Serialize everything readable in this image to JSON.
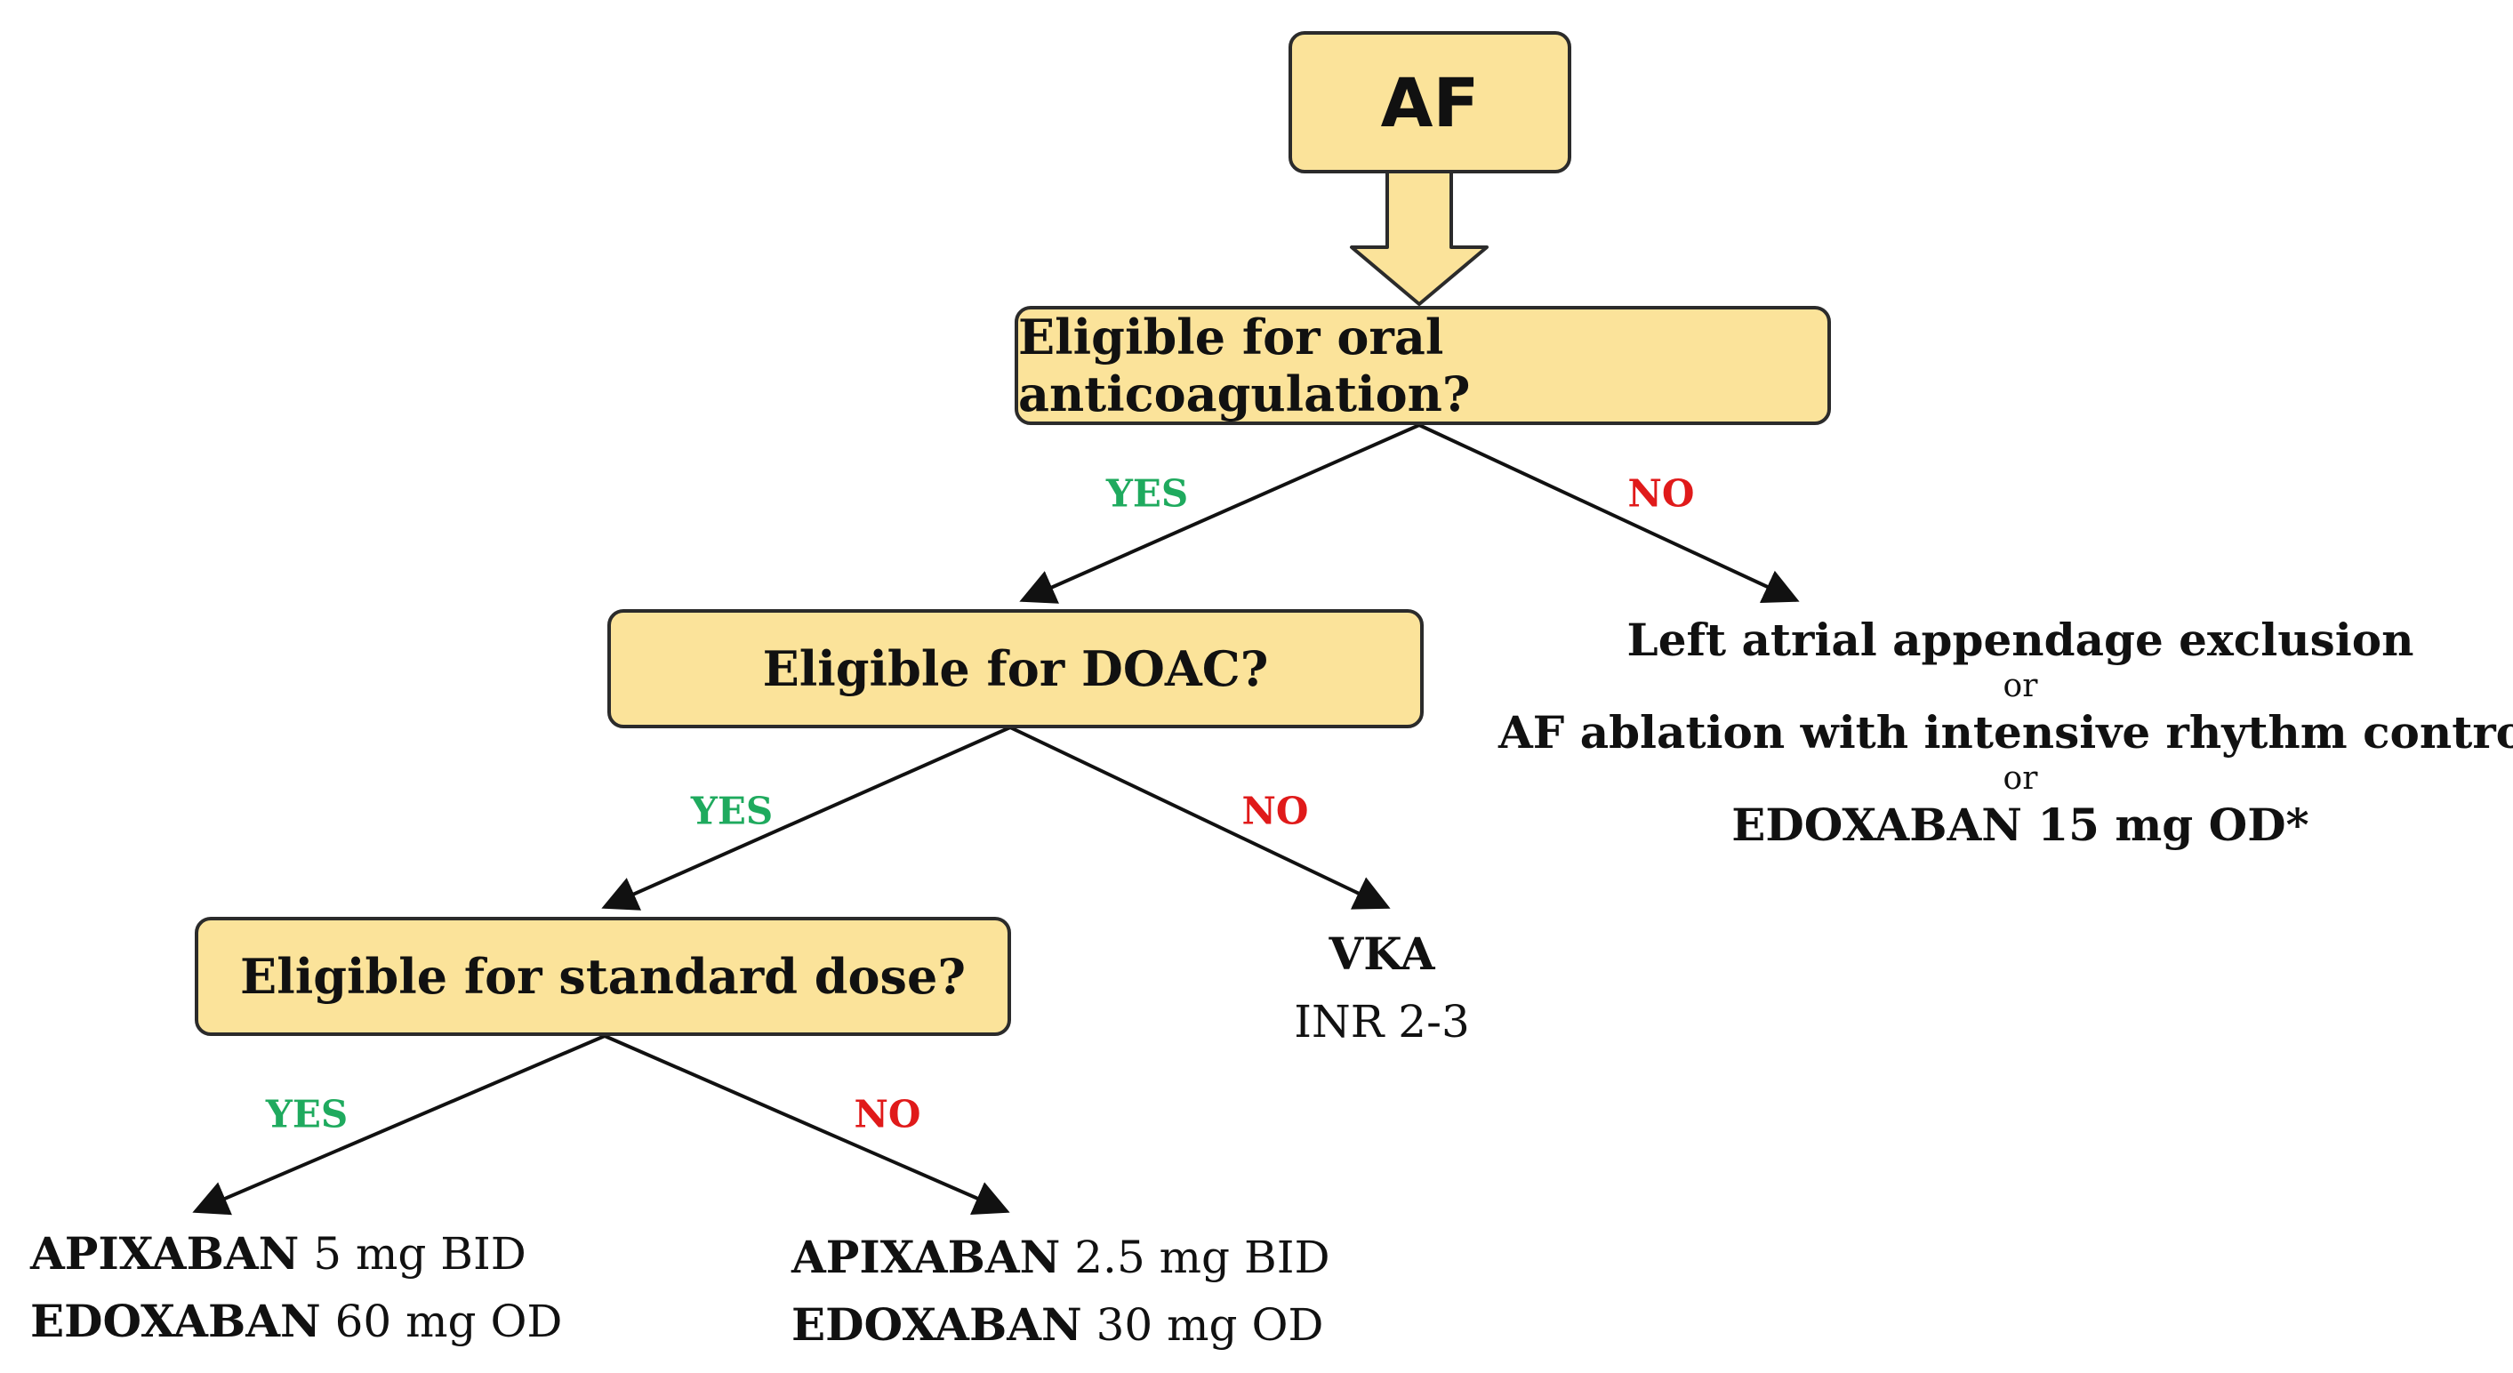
{
  "nodes": {
    "af": "AF",
    "q1": "Eligible for oral anticoagulation?",
    "q2": "Eligible for DOAC?",
    "q3": "Eligible for standard dose?"
  },
  "edges": {
    "q1_yes": "YES",
    "q1_no": "NO",
    "q2_yes": "YES",
    "q2_no": "NO",
    "q3_yes": "YES",
    "q3_no": "NO"
  },
  "outcomes": {
    "no_oac": {
      "line1": "Left atrial appendage exclusion",
      "or1": "or",
      "line2": "AF ablation with intensive rhythm control",
      "or2": "or",
      "line3": "EDOXABAN 15 mg OD*"
    },
    "vka": {
      "drug": "VKA",
      "detail": "INR 2-3"
    },
    "standard": {
      "drug1": "APIXABAN",
      "dose1": " 5 mg BID",
      "drug2": "EDOXABAN",
      "dose2": " 60 mg OD"
    },
    "reduced": {
      "drug1": "APIXABAN",
      "dose1": " 2.5 mg BID",
      "drug2": "EDOXABAN",
      "dose2": " 30 mg OD"
    }
  },
  "colors": {
    "box_fill": "#fbe39a",
    "box_border": "#2b2b2b",
    "yes": "#1faa5e",
    "no": "#e01a1a"
  }
}
